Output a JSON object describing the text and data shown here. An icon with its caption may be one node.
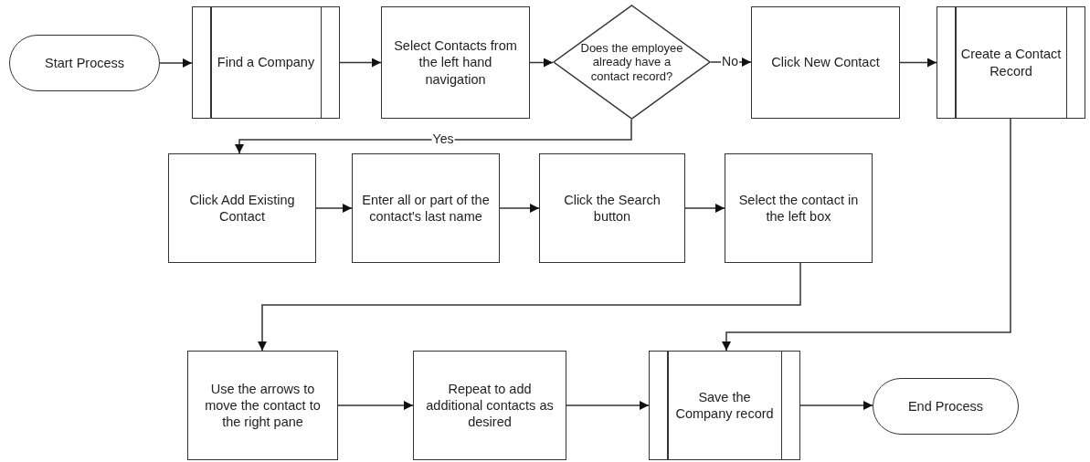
{
  "diagram": {
    "nodes": [
      {
        "text": [
          "Start Process"
        ]
      },
      {
        "text": [
          "Find a Company"
        ]
      },
      {
        "text": [
          "Select Contacts from the left hand navigation"
        ]
      },
      {
        "text": [
          "Does the employee already have a contact record?"
        ]
      },
      {
        "text": [
          "Click New Contact"
        ]
      },
      {
        "text": [
          "Create a Contact Record"
        ]
      },
      {
        "text": [
          "Click Add Existing Contact"
        ]
      },
      {
        "text": [
          "Enter all or part of the contact's last name"
        ]
      },
      {
        "text": [
          "Click the Search button"
        ]
      },
      {
        "text": [
          "Select the contact in the left box"
        ]
      },
      {
        "text": [
          "Use the arrows to move the contact to the right pane"
        ]
      },
      {
        "text": [
          "Repeat to add additional contacts as desired"
        ]
      },
      {
        "text": [
          "Save the Company record"
        ]
      },
      {
        "text": [
          "End Process"
        ]
      }
    ],
    "edges": [
      {
        "from": 0,
        "to": 1,
        "arrow": "to"
      },
      {
        "from": 1,
        "to": 2,
        "arrow": "to"
      },
      {
        "from": 2,
        "to": 3,
        "arrow": "to"
      },
      {
        "from": 3,
        "to": 4,
        "arrow": "to",
        "label": "No"
      },
      {
        "from": 4,
        "to": 5,
        "arrow": "to"
      },
      {
        "from": 3,
        "to": 6,
        "arrow": "to",
        "label": "Yes"
      },
      {
        "from": 6,
        "to": 7,
        "arrow": "to"
      },
      {
        "from": 7,
        "to": 8,
        "arrow": "to"
      },
      {
        "from": 8,
        "to": 9,
        "arrow": "to"
      },
      {
        "from": 9,
        "to": 10,
        "arrow": "to"
      },
      {
        "from": 5,
        "to": 12,
        "arrow": "to"
      },
      {
        "from": 10,
        "to": 11,
        "arrow": "to"
      },
      {
        "from": 11,
        "to": 12,
        "arrow": "to"
      },
      {
        "from": 12,
        "to": 13,
        "arrow": "to"
      }
    ]
  }
}
